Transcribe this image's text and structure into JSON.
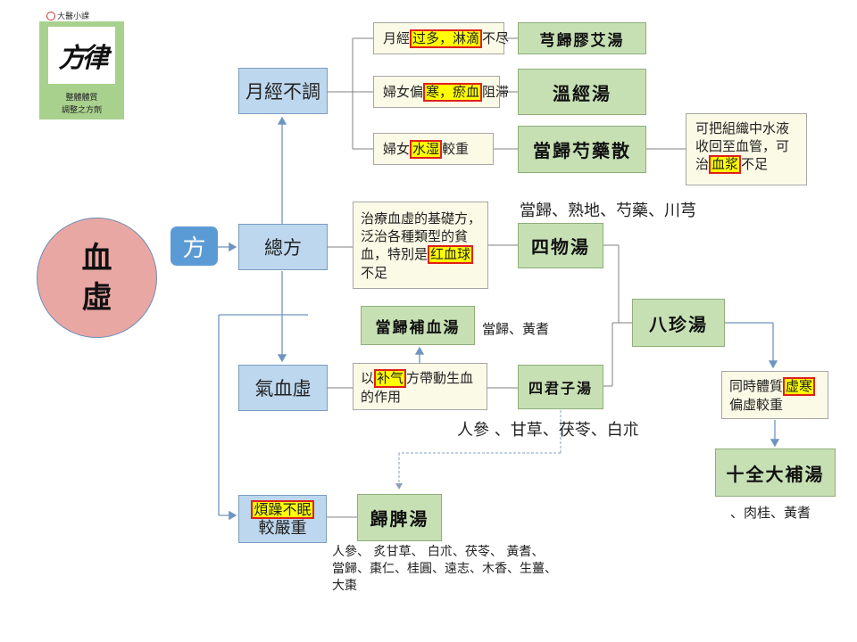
{
  "logo": {
    "caption_top": "大醫小課",
    "calligraphy": "方律",
    "caption_bottom_1": "整體體質",
    "caption_bottom_2": "調整之方劑"
  },
  "center": {
    "title_1": "血",
    "title_2": "虛"
  },
  "fang_label": "方",
  "nodes": {
    "menstrual": "月經不調",
    "general": "總方",
    "qi_blood": "氣血虛",
    "severe_1": "煩躁不眠",
    "severe_2": "較嚴重"
  },
  "formulas": {
    "xiong_gui": "芎歸膠艾湯",
    "wen_jing": "溫經湯",
    "dang_gui_shao": "當歸芍藥散",
    "si_wu": "四物湯",
    "ba_zhen": "八珍湯",
    "dang_gui_bu_xue": "當歸補血湯",
    "si_jun_zi": "四君子湯",
    "shi_quan": "十全大補湯",
    "gui_pi": "歸脾湯"
  },
  "notes": {
    "n1_a": "月經",
    "n1_hl": "过多，淋滴",
    "n1_b": "不尽",
    "n2_a": "婦女偏",
    "n2_hl": "寒，瘀血",
    "n2_b": "阻滞",
    "n3_a": "婦女",
    "n3_hl": "水湿",
    "n3_b": "較重",
    "n4_l1": "可把組織中水液",
    "n4_l2": "收回至血管，可",
    "n4_a": "治",
    "n4_hl": "血浆",
    "n4_b": "不足",
    "n5_l1": "治療血虛的基礎方，",
    "n5_l2": "泛治各種類型的貧",
    "n5_a": "血，特別是",
    "n5_hl": "红血球",
    "n5_l4": "不足",
    "n6_a": "以",
    "n6_hl": "补气",
    "n6_b": "方帶動生血",
    "n6_l2": "的作用",
    "n7_a": "同時體質",
    "n7_hl": "虚寒",
    "n7_l2": "偏虛較重"
  },
  "ingredients": {
    "si_wu": "當歸、熟地、芍藥、川芎",
    "bu_xue": "當歸、黃耆",
    "si_jun": "人參 、甘草、茯苓、白朮",
    "shi_quan": "、肉桂、黃耆",
    "gui_pi_1": "人參、 炙甘草、 白朮、茯苓、 黃耆、",
    "gui_pi_2": "當歸、棗仁、桂圓、遠志、木香、生薑、",
    "gui_pi_3": "大棗"
  }
}
